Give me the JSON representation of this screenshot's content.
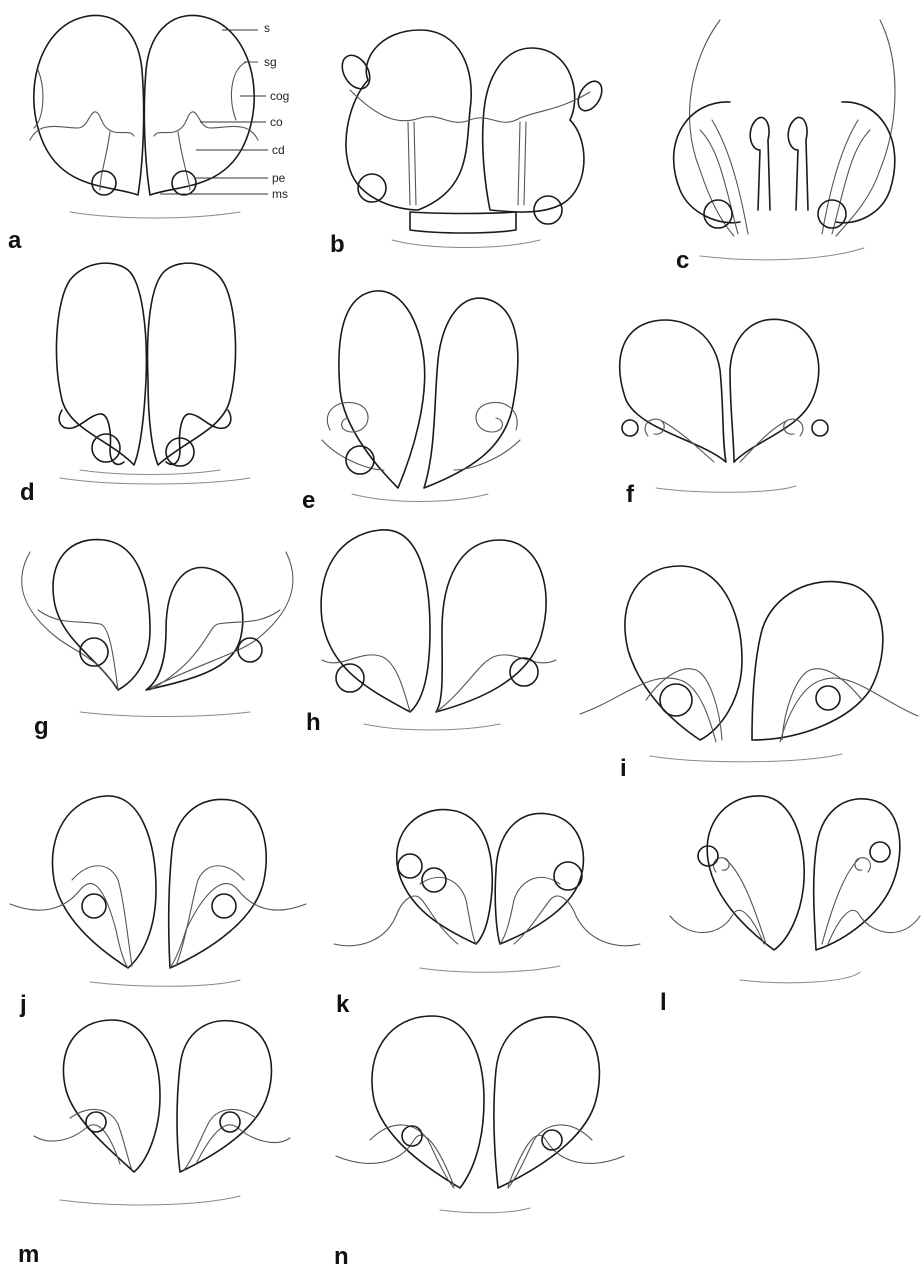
{
  "figure": {
    "panels": [
      {
        "id": "a",
        "letter": "a",
        "callouts": [
          "s",
          "sg",
          "cog",
          "co",
          "cd",
          "pe",
          "ms"
        ]
      },
      {
        "id": "b",
        "letter": "b"
      },
      {
        "id": "c",
        "letter": "c"
      },
      {
        "id": "d",
        "letter": "d"
      },
      {
        "id": "e",
        "letter": "e"
      },
      {
        "id": "f",
        "letter": "f"
      },
      {
        "id": "g",
        "letter": "g"
      },
      {
        "id": "h",
        "letter": "h"
      },
      {
        "id": "i",
        "letter": "i"
      },
      {
        "id": "j",
        "letter": "j"
      },
      {
        "id": "k",
        "letter": "k"
      },
      {
        "id": "l",
        "letter": "l"
      },
      {
        "id": "m",
        "letter": "m"
      },
      {
        "id": "n",
        "letter": "n"
      }
    ],
    "colors": {
      "ink": "#1a1a1a",
      "background": "#ffffff"
    }
  }
}
